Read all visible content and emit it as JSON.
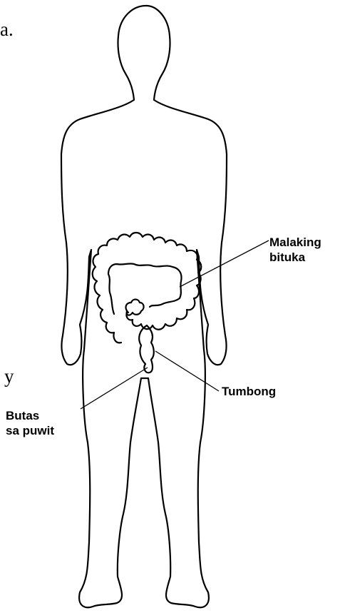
{
  "cropped_left_text": {
    "top": "a.",
    "bottom": "y"
  },
  "labels": {
    "colon": [
      "Malaking",
      "bituka"
    ],
    "rectum": "Tumbong",
    "anus": [
      "Butas",
      "sa puwit"
    ]
  }
}
